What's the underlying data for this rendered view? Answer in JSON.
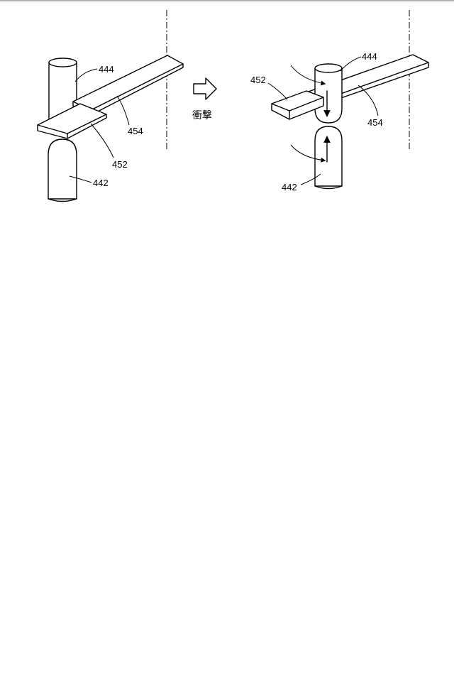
{
  "labels": {
    "left_444": "444",
    "left_454": "454",
    "left_452": "452",
    "left_442": "442",
    "right_452": "452",
    "right_444": "444",
    "right_454": "454",
    "right_442": "442",
    "process": "衝撃"
  },
  "icons": {
    "process_arrow": "hollow-right-arrow-icon",
    "motion_arrows": [
      "down-arrow-icon",
      "up-arrow-icon"
    ]
  }
}
